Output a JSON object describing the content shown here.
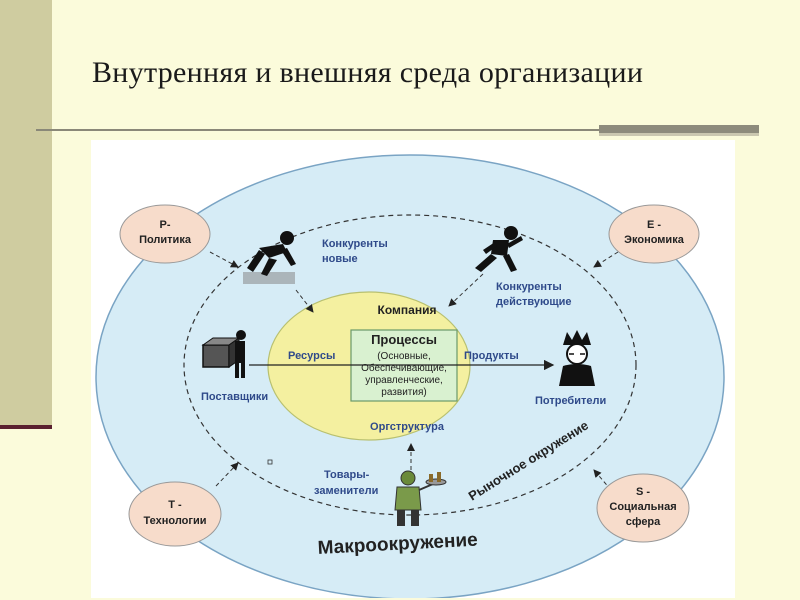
{
  "slide": {
    "title": "Внутренняя и внешняя среда организации"
  },
  "diagram": {
    "outer_label": "Макроокружение",
    "market_label": "Рыночное окружение",
    "company": {
      "label": "Компания",
      "processes_title": "Процессы",
      "processes_lines": [
        "(Основные,",
        "Обеспечивающие,",
        "управленческие,",
        "развития)"
      ],
      "input_label": "Ресурсы",
      "output_label": "Продукты",
      "structure_label": "Оргструктура"
    },
    "pest": [
      {
        "id": "p",
        "line1": "Р-",
        "line2": "Политика"
      },
      {
        "id": "e",
        "line1": "Е -",
        "line2": "Экономика"
      },
      {
        "id": "t",
        "line1": "Т -",
        "line2": "Технологии"
      },
      {
        "id": "s",
        "line1": "S -",
        "line2": "Социальная",
        "line3": "сфера"
      }
    ],
    "actors": {
      "new_competitors": [
        "Конкуренты",
        "новые"
      ],
      "current_competitors": [
        "Конкуренты",
        "действующие"
      ],
      "suppliers": "Поставщики",
      "consumers": "Потребители",
      "substitutes": [
        "Товары-",
        "заменители"
      ]
    },
    "colors": {
      "outer_fill": "#d6ecf6",
      "company_fill": "#f4f0a0",
      "process_fill": "#d9f1d0",
      "pest_fill": "#f7dccb",
      "label_color": "#2f4a8a"
    }
  }
}
